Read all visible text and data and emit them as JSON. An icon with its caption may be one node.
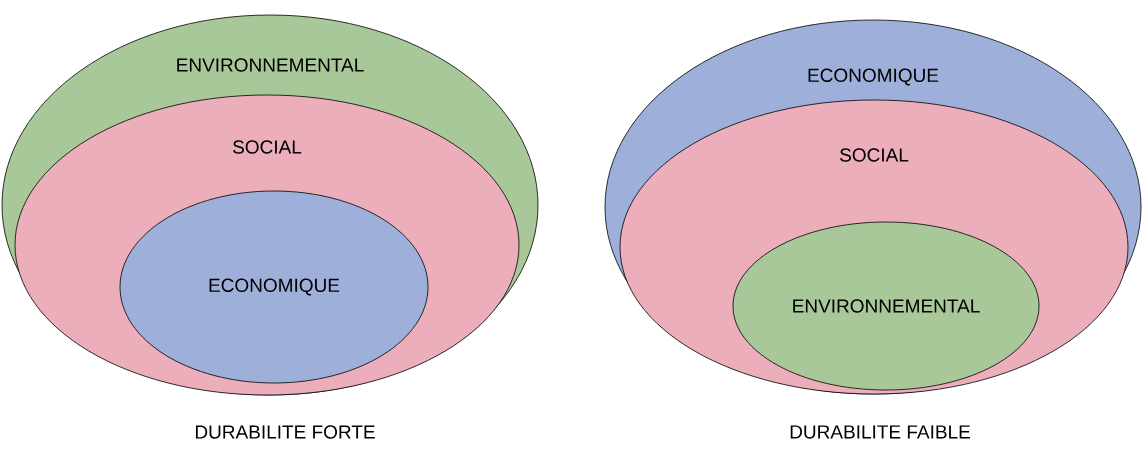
{
  "diagram": {
    "nodes": [
      {
        "text": [
          "ENVIRONNEMENTAL"
        ]
      },
      {
        "text": [
          "SOCIAL"
        ],
        "in": 0
      },
      {
        "text": [
          "ECONOMIQUE"
        ],
        "in": 1
      },
      {
        "text": [
          "ECONOMIQUE"
        ]
      },
      {
        "text": [
          "SOCIAL"
        ],
        "in": 3
      },
      {
        "text": [
          "ENVIRONNEMENTAL"
        ],
        "in": 4
      }
    ],
    "labels": [
      "DURABILITE FORTE",
      "DURABILITE FAIBLE"
    ]
  }
}
